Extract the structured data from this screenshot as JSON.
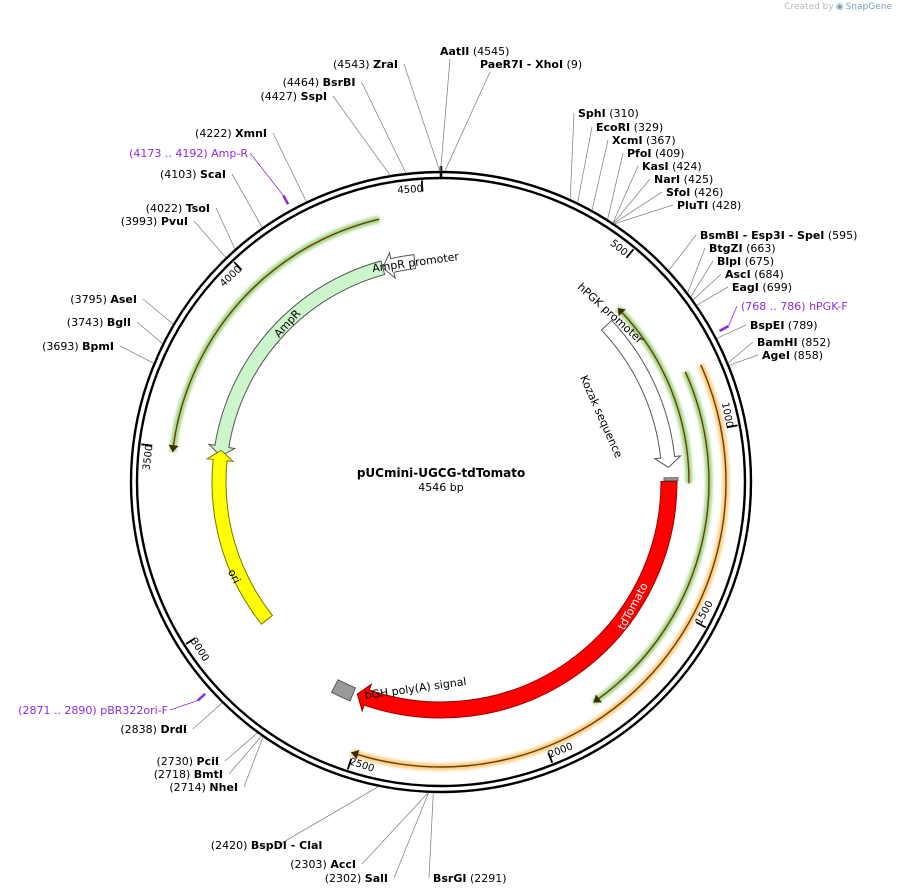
{
  "credit": {
    "prefix": "Created by",
    "brand": "SnapGene"
  },
  "title": "pUCmini-UGCG-tdTomato",
  "length_label": "4546 bp",
  "total_bp": 4546,
  "ticks": [
    {
      "bp": 500,
      "label": "500"
    },
    {
      "bp": 1000,
      "label": "1000"
    },
    {
      "bp": 1500,
      "label": "1500"
    },
    {
      "bp": 2000,
      "label": "2000"
    },
    {
      "bp": 2500,
      "label": "2500"
    },
    {
      "bp": 3000,
      "label": "3000"
    },
    {
      "bp": 3500,
      "label": "3500"
    },
    {
      "bp": 4000,
      "label": "4000"
    },
    {
      "bp": 4500,
      "label": "4500"
    }
  ],
  "features": [
    {
      "name": "AmpR promoter",
      "start": 4354,
      "end": 4460,
      "strand": "-",
      "color": "#ffffff",
      "stroke": "#555555",
      "label": "AmpR promoter"
    },
    {
      "name": "AmpR",
      "start": 3494,
      "end": 4354,
      "strand": "-",
      "color": "#ccf5cc",
      "stroke": "#555555",
      "label": "AmpR"
    },
    {
      "name": "ori",
      "start": 2925,
      "end": 3513,
      "strand": "+",
      "color": "#ffff00",
      "stroke": "#777700",
      "label": "ori"
    },
    {
      "name": "hPGK promoter",
      "start": 588,
      "end": 1090,
      "strand": "+",
      "color": "#ffffff",
      "stroke": "#555555",
      "label": "hPGK promoter"
    },
    {
      "name": "Kozak sequence",
      "start": 1123,
      "end": 1132,
      "strand": "none",
      "color": "#999999",
      "stroke": "#666666",
      "label": "Kozak sequence"
    },
    {
      "name": "tdTomato",
      "start": 1135,
      "end": 2545,
      "strand": "+",
      "color": "#ff0000",
      "stroke": "#990000",
      "label": "tdTomato"
    },
    {
      "name": "bGH poly(A) signal",
      "start": 2558,
      "end": 2620,
      "strand": "none",
      "color": "#999999",
      "stroke": "#555555",
      "label": "bGH poly(A) signal"
    }
  ],
  "arcs": [
    {
      "name": "orange-outer",
      "start": 830,
      "end": 2505,
      "strand": "+",
      "color": "#f5a623"
    },
    {
      "name": "green-inner",
      "start": 830,
      "end": 1835,
      "strand": "+",
      "color": "#5cb82e"
    },
    {
      "name": "green-top",
      "start": 575,
      "end": 1140,
      "strand": "-",
      "color": "#5cb82e"
    },
    {
      "name": "green-left",
      "start": 3490,
      "end": 4379,
      "strand": "-",
      "color": "#5cb82e"
    }
  ],
  "primers": [
    {
      "name": "Amp-R",
      "range": "4173 .. 4192",
      "pos": 4182
    },
    {
      "name": "hPGK-F",
      "range": "768 .. 786",
      "pos": 777
    },
    {
      "name": "pBR322ori-F",
      "range": "2871 .. 2890",
      "pos": 2880
    }
  ],
  "sites": [
    {
      "name": "AatII",
      "pos": "4545",
      "bp": 4545
    },
    {
      "name": "PaeR7I",
      "name2": "XhoI",
      "pos": "9",
      "bp": 9
    },
    {
      "name": "ZraI",
      "pos": "4543",
      "bp": 4543
    },
    {
      "name": "BsrBI",
      "pos": "4464",
      "bp": 4464
    },
    {
      "name": "SspI",
      "pos": "4427",
      "bp": 4427
    },
    {
      "name": "XmnI",
      "pos": "4222",
      "bp": 4222
    },
    {
      "name": "ScaI",
      "pos": "4103",
      "bp": 4103
    },
    {
      "name": "TsoI",
      "pos": "4022",
      "bp": 4022
    },
    {
      "name": "PvuI",
      "pos": "3993",
      "bp": 3993
    },
    {
      "name": "AseI",
      "pos": "3795",
      "bp": 3795
    },
    {
      "name": "BglI",
      "pos": "3743",
      "bp": 3743
    },
    {
      "name": "BpmI",
      "pos": "3693",
      "bp": 3693
    },
    {
      "name": "SphI",
      "pos": "310",
      "bp": 310
    },
    {
      "name": "EcoRI",
      "pos": "329",
      "bp": 329
    },
    {
      "name": "XcmI",
      "pos": "367",
      "bp": 367
    },
    {
      "name": "PfoI",
      "pos": "409",
      "bp": 409
    },
    {
      "name": "KasI",
      "pos": "424",
      "bp": 424
    },
    {
      "name": "NarI",
      "pos": "425",
      "bp": 425
    },
    {
      "name": "SfoI",
      "pos": "426",
      "bp": 426
    },
    {
      "name": "PluTI",
      "pos": "428",
      "bp": 428
    },
    {
      "name": "BsmBI",
      "name2": "Esp3I",
      "name3": "SpeI",
      "pos": "595",
      "bp": 595
    },
    {
      "name": "BtgZI",
      "pos": "663",
      "bp": 663
    },
    {
      "name": "BlpI",
      "pos": "675",
      "bp": 675
    },
    {
      "name": "AscI",
      "pos": "684",
      "bp": 684
    },
    {
      "name": "EagI",
      "pos": "699",
      "bp": 699
    },
    {
      "name": "BspEI",
      "pos": "789",
      "bp": 789
    },
    {
      "name": "BamHI",
      "pos": "852",
      "bp": 852
    },
    {
      "name": "AgeI",
      "pos": "858",
      "bp": 858
    },
    {
      "name": "DrdI",
      "pos": "2838",
      "bp": 2838
    },
    {
      "name": "PciI",
      "pos": "2730",
      "bp": 2730
    },
    {
      "name": "BmtI",
      "pos": "2718",
      "bp": 2718
    },
    {
      "name": "NheI",
      "pos": "2714",
      "bp": 2714
    },
    {
      "name": "BspDI",
      "name2": "ClaI",
      "pos": "2420",
      "bp": 2420
    },
    {
      "name": "AccI",
      "pos": "2303",
      "bp": 2303
    },
    {
      "name": "SalI",
      "pos": "2302",
      "bp": 2302
    },
    {
      "name": "BsrGI",
      "pos": "2291",
      "bp": 2291
    }
  ]
}
